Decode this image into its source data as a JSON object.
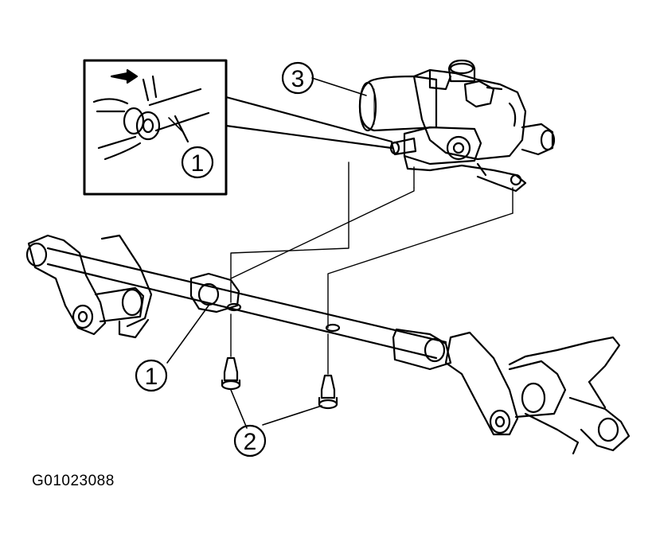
{
  "callouts": {
    "inset_link": "1",
    "link_lower": "1",
    "pivot_pins": "2",
    "motor": "3"
  },
  "figure_code": "G01023088",
  "colors": {
    "ink": "#000000",
    "paper": "#ffffff"
  }
}
